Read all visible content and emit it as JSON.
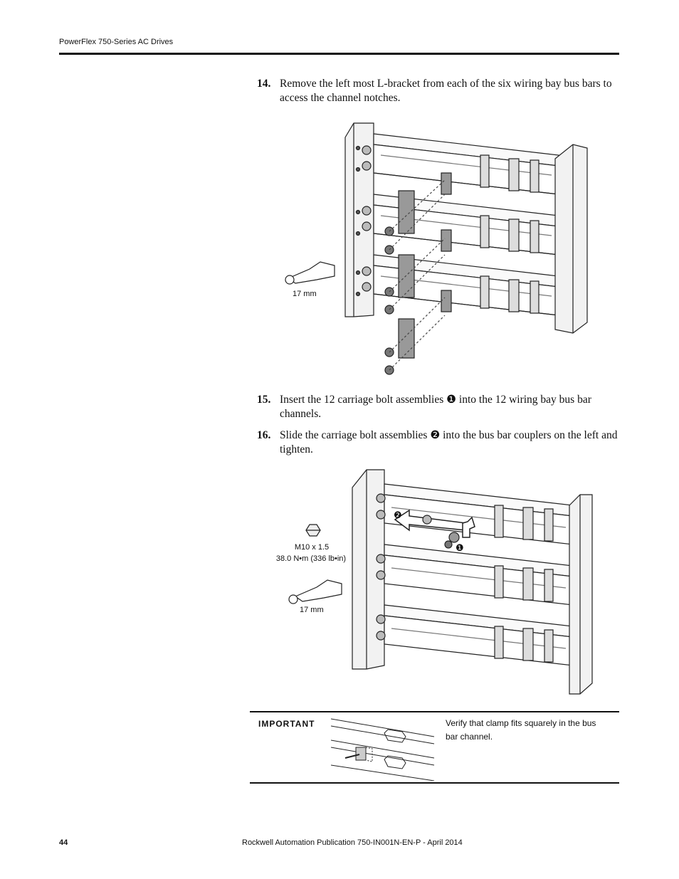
{
  "header": {
    "title": "PowerFlex 750-Series AC Drives"
  },
  "steps": [
    {
      "num": "14.",
      "text": "Remove the left most L-bracket from each of the six wiring bay bus bars to access the channel notches."
    },
    {
      "num": "15.",
      "text": "Insert the 12 carriage bolt assemblies ❶ into the 12 wiring bay bus bar channels."
    },
    {
      "num": "16.",
      "text": "Slide the carriage bolt assemblies ❷ into the bus bar couplers on the left and tighten."
    }
  ],
  "figure1": {
    "wrench_label": "17 mm"
  },
  "figure2": {
    "nut_spec": "M10 x 1.5",
    "torque": "38.0 N•m (336 lb•in)",
    "wrench_label": "17 mm",
    "callout_1": "❶",
    "callout_2": "❷"
  },
  "important": {
    "label": "IMPORTANT",
    "text": "Verify that clamp fits squarely in the bus bar channel."
  },
  "footer": {
    "page_number": "44",
    "publication": "Rockwell Automation Publication 750-IN001N-EN-P - April 2014"
  }
}
